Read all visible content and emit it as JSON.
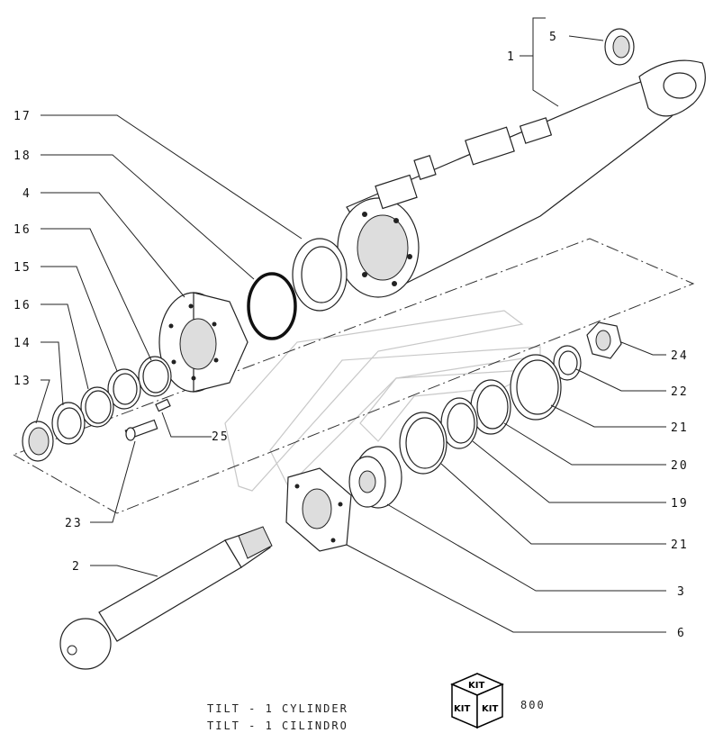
{
  "labels": {
    "p1": "1",
    "p2": "2",
    "p3": "3",
    "p4": "4",
    "p5": "5",
    "p6": "6",
    "p13": "13",
    "p14": "14",
    "p15": "15",
    "p16a": "16",
    "p16b": "16",
    "p17": "17",
    "p18": "18",
    "p19": "19",
    "p20": "20",
    "p21a": "21",
    "p21b": "21",
    "p22": "22",
    "p23": "23",
    "p24": "24",
    "p25": "25"
  },
  "caption": {
    "line1": "TILT - 1 CYLINDER",
    "line2": "TILT - 1 CILINDRO"
  },
  "kit": {
    "top": "KIT",
    "left": "KIT",
    "right": "KIT",
    "code": "800"
  }
}
